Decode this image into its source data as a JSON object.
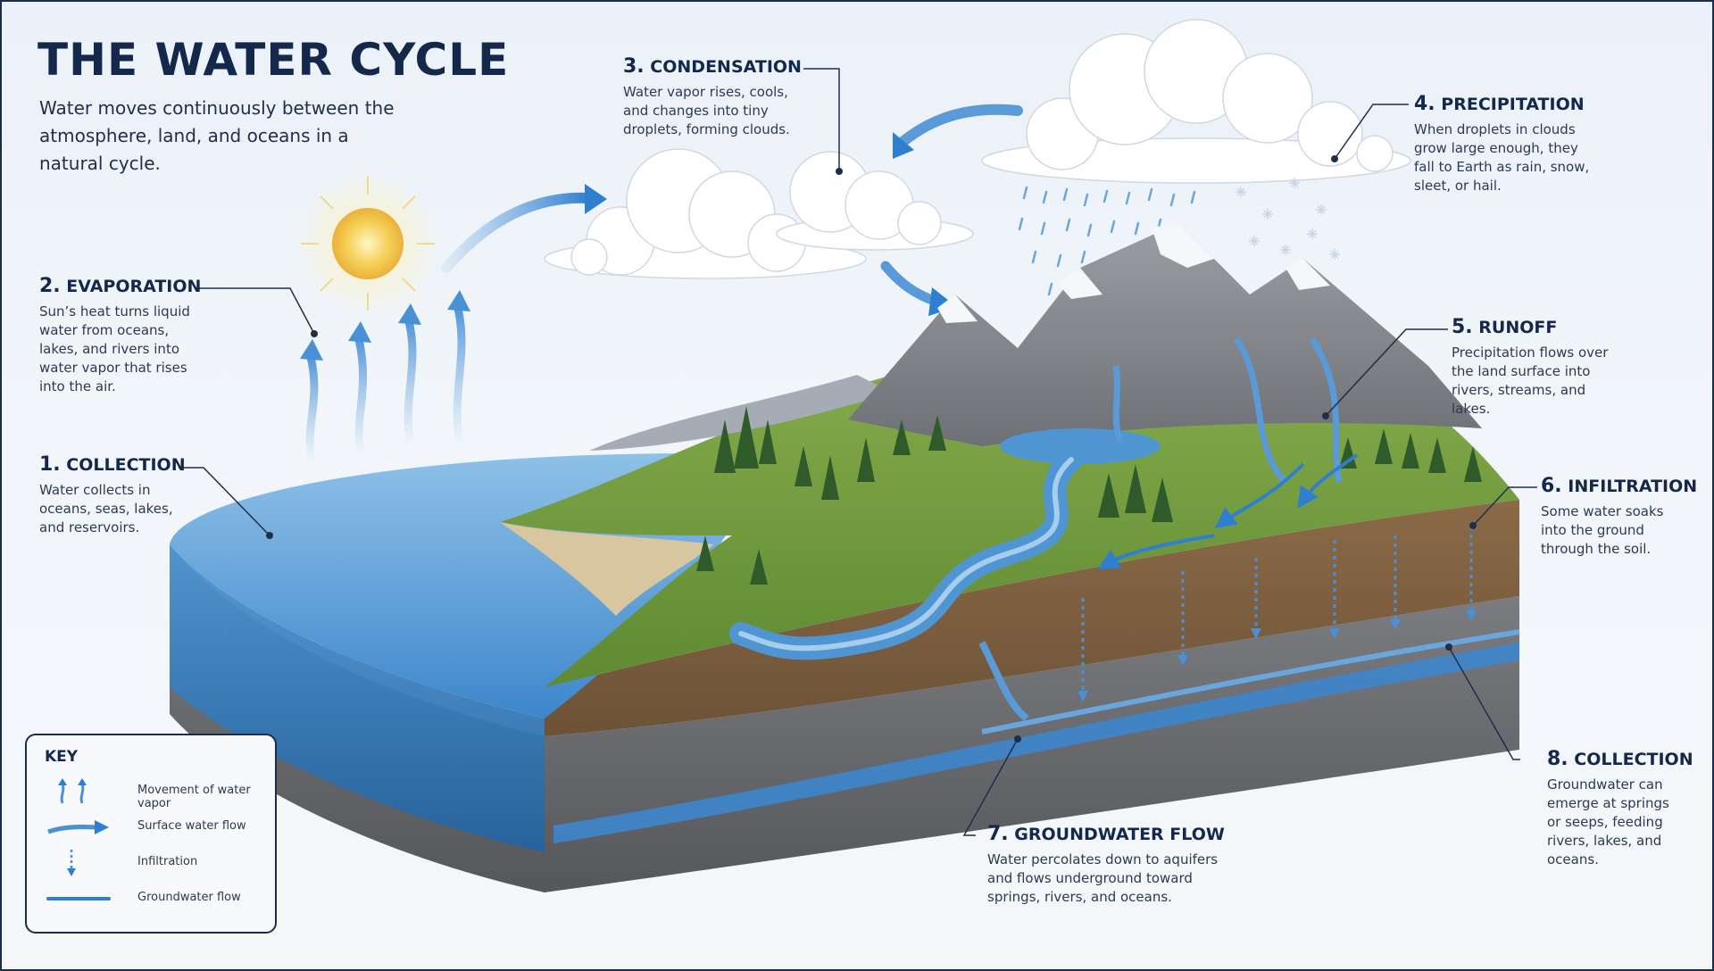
{
  "title": "THE WATER CYCLE",
  "subtitle": "Water moves continuously between the atmosphere, land, and oceans in a natural cycle.",
  "stages": [
    {
      "num": "1.",
      "name": "COLLECTION",
      "desc": "Water collects in oceans, seas, lakes, and reservoirs."
    },
    {
      "num": "2.",
      "name": "EVAPORATION",
      "desc": "Sun’s heat turns liquid water from oceans, lakes, and rivers into water vapor that rises into the air."
    },
    {
      "num": "3.",
      "name": "CONDENSATION",
      "desc": "Water vapor rises, cools, and changes into tiny droplets, forming clouds."
    },
    {
      "num": "4.",
      "name": "PRECIPITATION",
      "desc": "When droplets in clouds grow large enough, they fall to Earth as rain, snow, sleet, or hail."
    },
    {
      "num": "5.",
      "name": "RUNOFF",
      "desc": "Precipitation flows over the land surface into rivers, streams, and lakes."
    },
    {
      "num": "6.",
      "name": "INFILTRATION",
      "desc": "Some water soaks into the ground through the soil."
    },
    {
      "num": "7.",
      "name": "GROUNDWATER FLOW",
      "desc": "Water percolates down to aquifers and flows underground toward springs, rivers, and oceans."
    },
    {
      "num": "8.",
      "name": "COLLECTION",
      "desc": "Groundwater can emerge at springs or seeps, feeding rivers, lakes, and oceans."
    }
  ],
  "key": {
    "title": "KEY",
    "items": [
      {
        "label": "Movement of water vapor"
      },
      {
        "label": "Surface water flow"
      },
      {
        "label": "Infiltration"
      },
      {
        "label": "Groundwater flow"
      }
    ]
  },
  "colors": {
    "ink": "#14284b",
    "water": "#3f86cc",
    "accent": "#2f7fd0",
    "sun": "#f5cf55",
    "grass": "#6f9a3c",
    "soil": "#8a6a48",
    "rock": "#6f7175"
  }
}
